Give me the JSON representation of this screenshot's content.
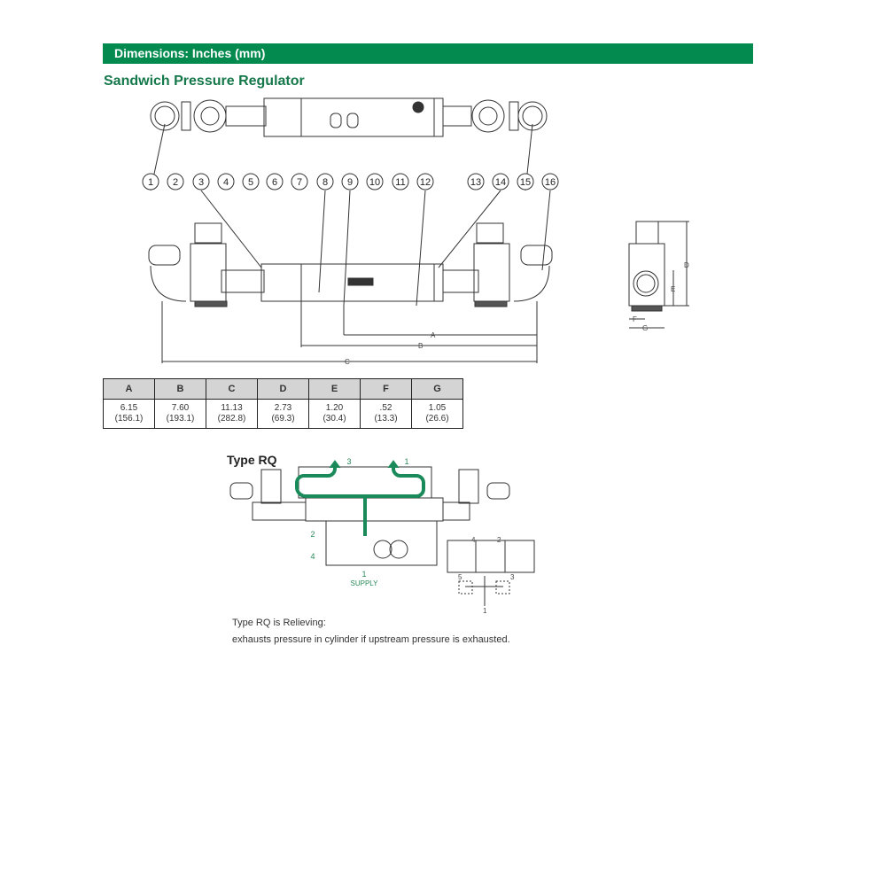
{
  "header": {
    "banner": "Dimensions: Inches (mm)",
    "title": "Sandwich Pressure Regulator"
  },
  "callouts": [
    "1",
    "2",
    "3",
    "4",
    "5",
    "6",
    "7",
    "8",
    "9",
    "10",
    "11",
    "12",
    "13",
    "14",
    "15",
    "16"
  ],
  "dimension_labels": {
    "A": "A",
    "B": "B",
    "C": "C",
    "D": "D",
    "E": "E",
    "F": "F",
    "G": "G"
  },
  "table": {
    "headers": [
      "A",
      "B",
      "C",
      "D",
      "E",
      "F",
      "G"
    ],
    "inches": [
      "6.15",
      "7.60",
      "11.13",
      "2.73",
      "1.20",
      ".52",
      "1.05"
    ],
    "mm": [
      "(156.1)",
      "(193.1)",
      "(282.8)",
      "(69.3)",
      "(30.4)",
      "(13.3)",
      "(26.6)"
    ]
  },
  "type_rq": {
    "title": "Type RQ",
    "port_labels": {
      "p3": "3",
      "p1": "1",
      "p2": "2",
      "p4": "4",
      "supply_num": "1",
      "supply": "SUPPLY"
    },
    "symbol_labels": {
      "s4": "4",
      "s2": "2",
      "s5": "5",
      "s3": "3",
      "s1": "1"
    },
    "note_line1": "Type RQ is Relieving:",
    "note_line2": "exhausts pressure in cylinder if upstream pressure is exhausted."
  },
  "colors": {
    "brand_green": "#038a4e",
    "flow_green": "#1a8a5a"
  }
}
